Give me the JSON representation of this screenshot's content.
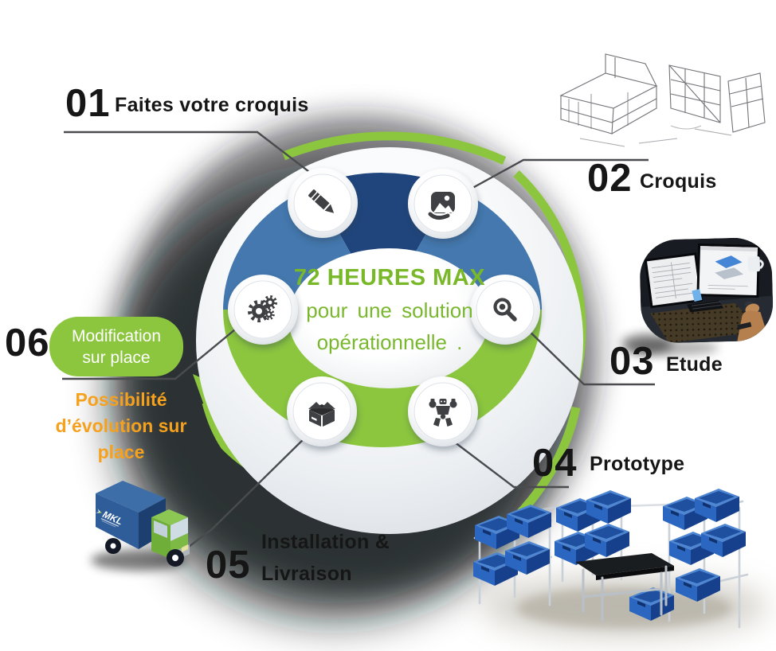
{
  "center": {
    "line1": "72 HEURES MAX",
    "line2": "pour une solution",
    "line3": "opérationnelle ."
  },
  "steps": {
    "s1": {
      "num": "01",
      "label": "Faites votre croquis",
      "icon": "pencil-icon"
    },
    "s2": {
      "num": "02",
      "label": "Croquis",
      "icon": "image-edit-icon"
    },
    "s3": {
      "num": "03",
      "label": "Etude",
      "icon": "magnifier-icon"
    },
    "s4": {
      "num": "04",
      "label": "Prototype",
      "icon": "robot-icon"
    },
    "s5": {
      "num": "05",
      "label_line1": "Installation &",
      "label_line2": "Livraison",
      "icon": "box-icon"
    },
    "s6": {
      "num": "06",
      "badge_line1": "Modification",
      "badge_line2": "sur place",
      "icon": "gears-icon"
    }
  },
  "note": {
    "line1": "Possibilité",
    "line2": "d’évolution sur",
    "line3": "place"
  },
  "truck_logo": "MKL",
  "colors": {
    "green": "#8CC63E",
    "dark_navy": "#20457C",
    "blue": "#4478AE",
    "orange": "#F5A11D",
    "center_text_green": "#79B829",
    "glyph_gray": "#3F4043"
  }
}
